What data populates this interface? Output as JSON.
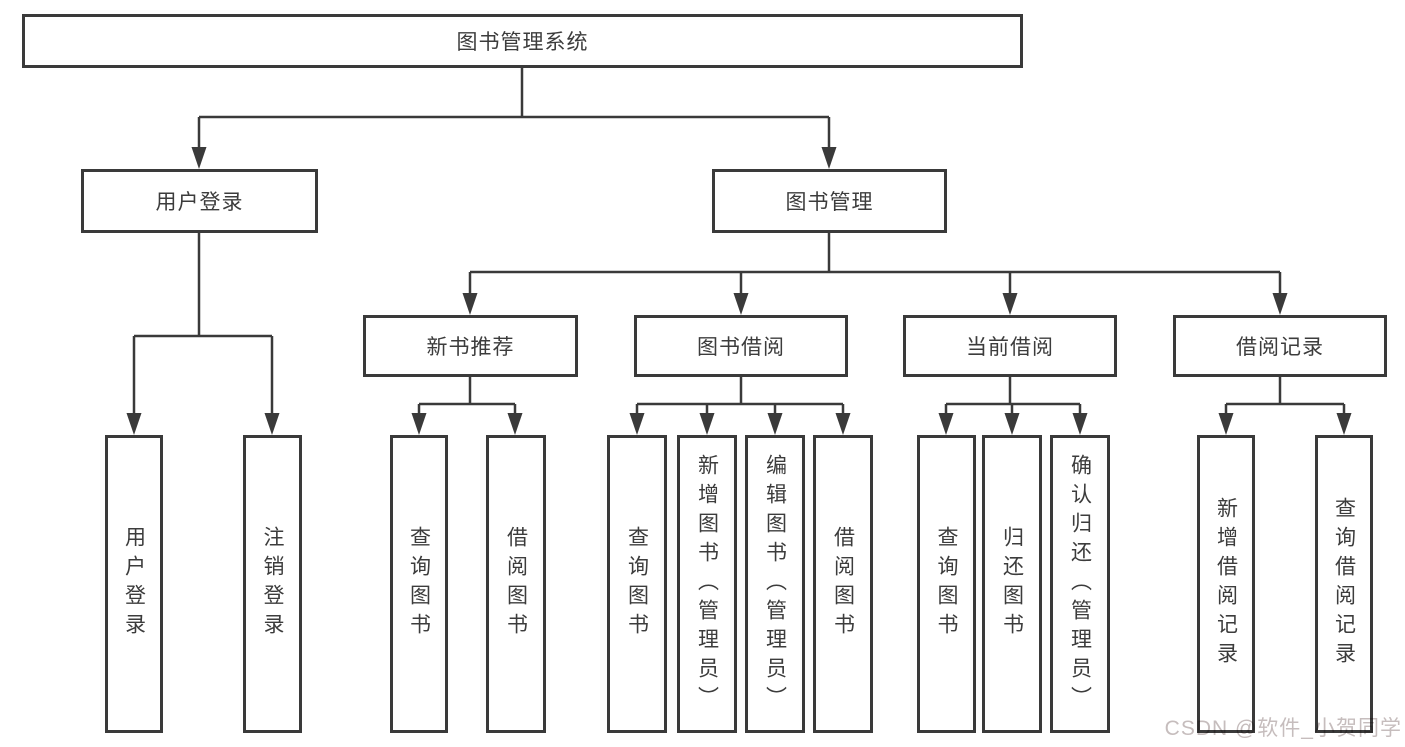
{
  "nodes": {
    "root": "图书管理系统",
    "level2": [
      {
        "label": "用户登录"
      },
      {
        "label": "图书管理"
      }
    ],
    "level3": [
      {
        "label": "新书推荐"
      },
      {
        "label": "图书借阅"
      },
      {
        "label": "当前借阅"
      },
      {
        "label": "借阅记录"
      }
    ],
    "leaves": {
      "user_login": [
        "用户登录",
        "注销登录"
      ],
      "new_book_recommend": [
        "查询图书",
        "借阅图书"
      ],
      "book_borrow": [
        "查询图书",
        "新增图书（管理员）",
        "编辑图书（管理员）",
        "借阅图书"
      ],
      "current_borrow": [
        "查询图书",
        "归还图书",
        "确认归还（管理员）"
      ],
      "borrow_record": [
        "新增借阅记录",
        "查询借阅记录"
      ]
    }
  },
  "colors": {
    "line": "#3a3a3a",
    "text": "#3c3c3c",
    "watermark": "#c6bdbd"
  },
  "watermark": "CSDN @软件_小贺同学"
}
